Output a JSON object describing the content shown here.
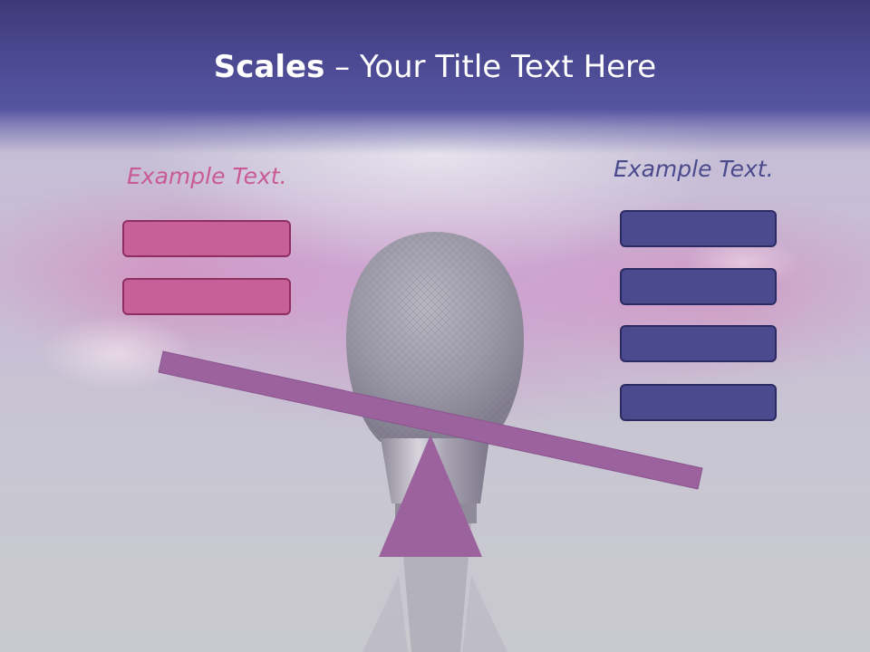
{
  "slide": {
    "title_bold": "Scales",
    "title_rest": " – Your Title Text Here"
  },
  "left": {
    "label": "Example Text.",
    "color": "#c95a95",
    "box_color": "#c7609a",
    "box_count": 2
  },
  "right": {
    "label": "Example Text.",
    "color": "#4a4a8c",
    "box_color": "#4b4a8e",
    "box_count": 4
  },
  "scale": {
    "beam_color": "#9c629e",
    "fulcrum_color": "#9c629e"
  },
  "background": {
    "header_color": "#4a4890",
    "photo": "microphone-in-concert-crowd"
  }
}
